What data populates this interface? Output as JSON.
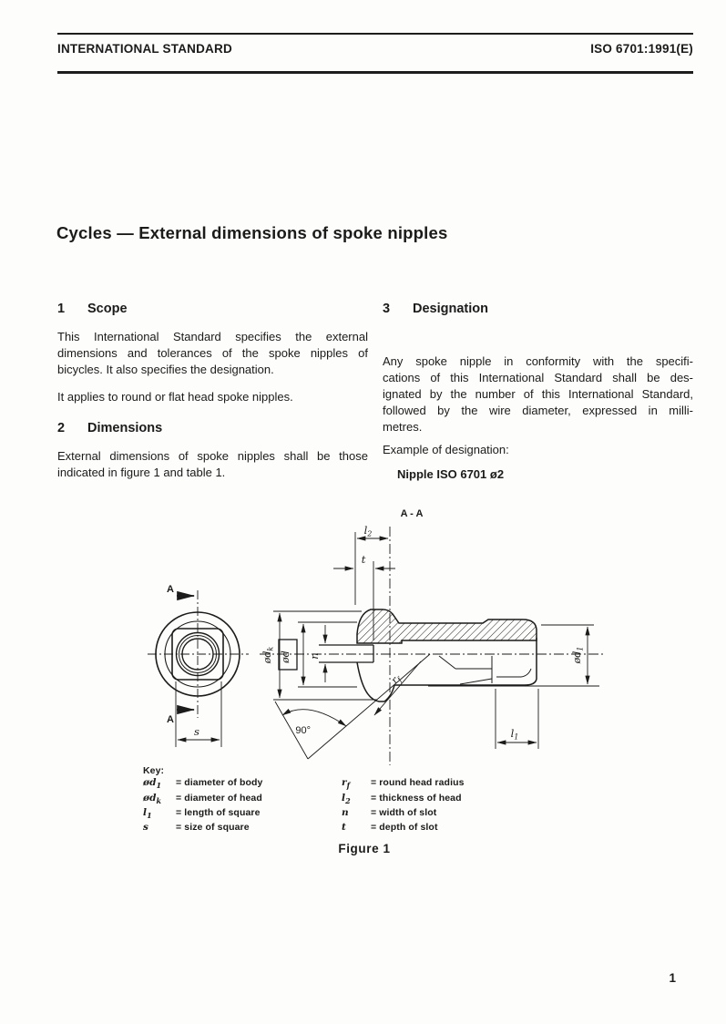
{
  "header": {
    "left": "INTERNATIONAL STANDARD",
    "right": "ISO 6701:1991(E)"
  },
  "title": "Cycles — External dimensions of spoke nipples",
  "sections": {
    "scope": {
      "number": "1",
      "heading": "Scope",
      "para1_lines": [
        "This International Standard specifies the external",
        "dimensions and tolerances of the spoke nipples of",
        "bicycles. It also specifies the designation."
      ],
      "para2": "It applies to round or flat head spoke nipples."
    },
    "dimensions": {
      "number": "2",
      "heading": "Dimensions",
      "para1_lines": [
        "External dimensions of spoke nipples shall be those",
        "indicated in figure 1 and table 1."
      ]
    },
    "designation": {
      "number": "3",
      "heading": "Designation",
      "para1_lines": [
        "Any spoke nipple in conformity with the specifi-",
        "cations of this International Standard shall be des-",
        "ignated by the number of this International Standard,",
        "followed by the wire diameter, expressed in milli-",
        "metres."
      ],
      "example_label": "Example of designation:",
      "example_value": "Nipple ISO 6701 ø2"
    }
  },
  "figure": {
    "section_title": "A - A",
    "labels": {
      "a_top": "A",
      "a_bottom": "A",
      "s": "s",
      "l2": {
        "base": "l",
        "sub": "2"
      },
      "t": "t",
      "n": "n",
      "dk": {
        "base": "ød",
        "sub": "k"
      },
      "d": {
        "base": "ød",
        "sub": ""
      },
      "d1": {
        "base": "ød",
        "sub": "1"
      },
      "rf": {
        "base": "r",
        "sub": "f"
      },
      "angle": "90°",
      "l1": {
        "base": "l",
        "sub": "1"
      }
    },
    "key": {
      "title": "Key:",
      "left": [
        {
          "base": "ød",
          "sub": "1",
          "def": "= diameter of body"
        },
        {
          "base": "ød",
          "sub": "k",
          "def": "= diameter of head"
        },
        {
          "base": "l",
          "sub": "1",
          "def": "= length of square"
        },
        {
          "base": "s",
          "sub": "",
          "def": "= size of square"
        }
      ],
      "right": [
        {
          "base": "r",
          "sub": "f",
          "def": "= round head radius"
        },
        {
          "base": "l",
          "sub": "2",
          "def": "= thickness of head"
        },
        {
          "base": "n",
          "sub": "",
          "def": "= width of slot"
        },
        {
          "base": "t",
          "sub": "",
          "def": "= depth of slot"
        }
      ]
    },
    "caption": "Figure 1"
  },
  "page": {
    "number": "1"
  },
  "colors": {
    "paper": "#fdfdfb",
    "ink": "#1b1b1b"
  }
}
